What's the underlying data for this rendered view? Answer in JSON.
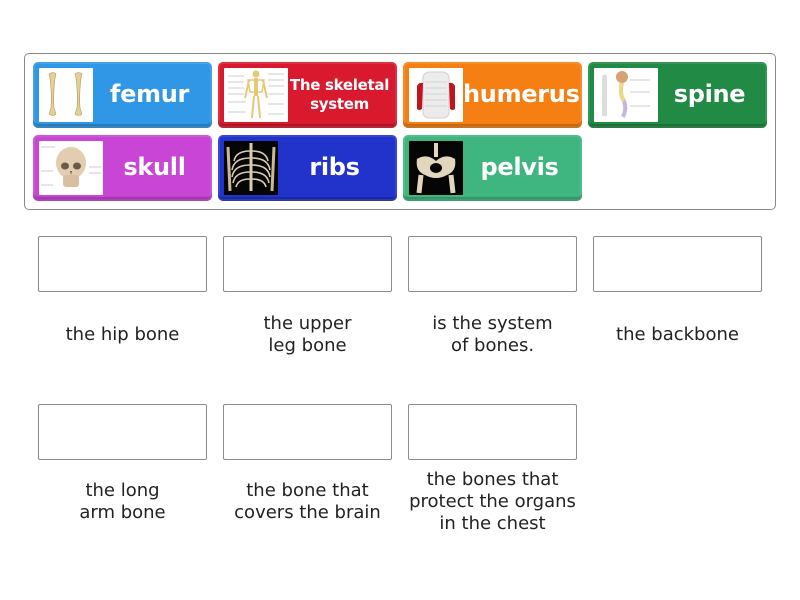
{
  "activity": {
    "type": "match-up"
  },
  "cards": [
    {
      "id": "femur",
      "label": "femur",
      "color": "#2f97e6",
      "image": "femur-bones-image"
    },
    {
      "id": "skeletal-system",
      "label": "The skeletal system",
      "color": "#d8192e",
      "image": "skeleton-diagram-image"
    },
    {
      "id": "humerus",
      "label": "humerus",
      "color": "#f57f12",
      "image": "humerus-torso-image"
    },
    {
      "id": "spine",
      "label": "spine",
      "color": "#218a44",
      "image": "spine-diagram-image"
    },
    {
      "id": "skull",
      "label": "skull",
      "color": "#c845d6",
      "image": "skull-diagram-image"
    },
    {
      "id": "ribs",
      "label": "ribs",
      "color": "#2233cc",
      "image": "ribcage-image"
    },
    {
      "id": "pelvis",
      "label": "pelvis",
      "color": "#3fb67f",
      "image": "pelvis-image"
    }
  ],
  "targets": [
    {
      "description": "the hip bone"
    },
    {
      "description": "the upper\nleg bone"
    },
    {
      "description": "is the system\nof bones."
    },
    {
      "description": "the backbone"
    },
    {
      "description": "the long\narm bone"
    },
    {
      "description": "the bone that\ncovers the brain"
    },
    {
      "description": "the bones that\nprotect the organs\nin the chest"
    }
  ]
}
